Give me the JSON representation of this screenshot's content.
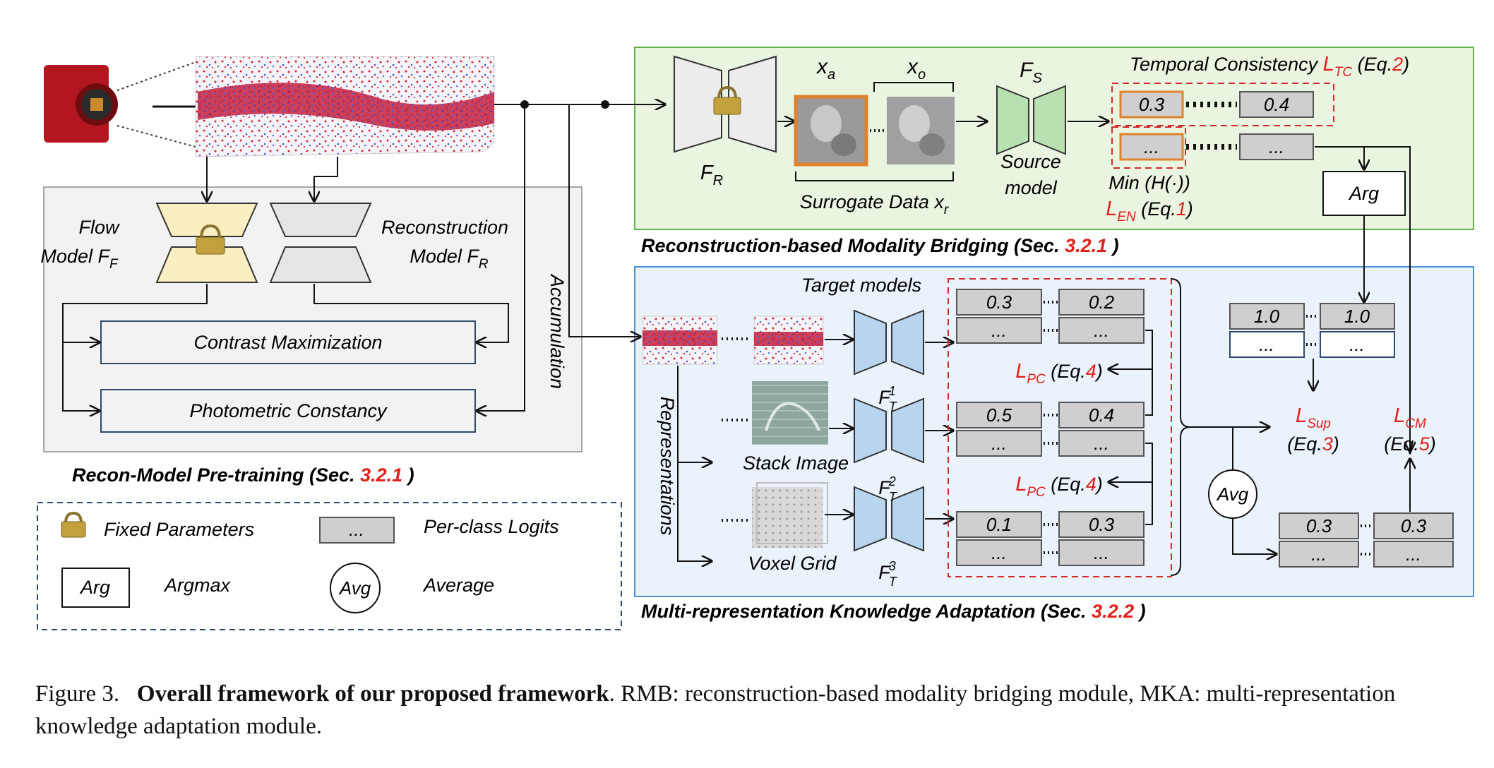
{
  "panels": {
    "recon": {
      "title": "Recon-Model Pre-training (Sec. ",
      "ref": "3.2.1",
      "close": " )"
    },
    "rmb": {
      "title": "Reconstruction-based Modality Bridging (Sec. ",
      "ref": "3.2.1",
      "close": " )"
    },
    "mka": {
      "title": "Multi-representation Knowledge Adaptation (Sec. ",
      "ref": "3.2.2",
      "close": " )"
    }
  },
  "recon": {
    "flow_l1": "Flow",
    "flow_l2": "Model F",
    "flow_sub": "F",
    "recon_l1": "Reconstruction",
    "recon_l2": "Model F",
    "recon_sub": "R",
    "contrast": "Contrast Maximization",
    "photometric": "Photometric Constancy",
    "accumulation": "Accumulation"
  },
  "rmb": {
    "fr": "F",
    "fr_sub": "R",
    "xa": "x",
    "xa_sub": "a",
    "xo": "x",
    "xo_sub": "o",
    "surrogate": "Surrogate Data x",
    "surrogate_sub": "r",
    "fs": "F",
    "fs_sub": "S",
    "source_l1": "Source",
    "source_l2": "model",
    "tc_label": "Temporal Consistency ",
    "tc_loss": "L",
    "tc_loss_sub": "TC",
    "tc_eq_open": " (Eq.",
    "tc_eq_num": "2",
    "tc_eq_close": ")",
    "logit_a": "0.3",
    "logit_b": "0.4",
    "logit_c": "...",
    "logit_d": "...",
    "min_h": "Min (H(·))",
    "en_loss": "L",
    "en_loss_sub": "EN",
    "en_eq_open": " (Eq.",
    "en_eq_num": "1",
    "en_eq_close": ")",
    "arg": "Arg"
  },
  "mka": {
    "target_models": "Target models",
    "representations": "Representations",
    "stack_image": "Stack Image",
    "voxel_grid": "Voxel Grid",
    "ft": "F",
    "ft_sub": "T",
    "ft_sup": [
      "1",
      "2",
      "3"
    ],
    "logits_rows": [
      {
        "a": "0.3",
        "b": "0.2"
      },
      {
        "a": "0.5",
        "b": "0.4"
      },
      {
        "a": "0.1",
        "b": "0.3"
      }
    ],
    "dots": "...",
    "pc_loss": "L",
    "pc_loss_sub": "PC",
    "pc_eq_open": " (Eq.",
    "pc_eq_num": "4",
    "pc_eq_close": ")",
    "pseudo_a": "1.0",
    "pseudo_b": "1.0",
    "avg_a": "0.3",
    "avg_b": "0.3",
    "sup_loss": "L",
    "sup_loss_sub": "Sup",
    "sup_eq_open": "(Eq.",
    "sup_eq_num": "3",
    "sup_eq_close": ")",
    "cm_loss": "L",
    "cm_loss_sub": "CM",
    "cm_eq_open": "(Eq.",
    "cm_eq_num": "5",
    "cm_eq_close": ")",
    "avg": "Avg"
  },
  "legend": {
    "fixed": "Fixed Parameters",
    "logits_box": "...",
    "logits": "Per-class Logits",
    "arg_box": "Arg",
    "argmax": "Argmax",
    "avg_circle": "Avg",
    "average": "Average"
  },
  "caption": {
    "prefix": "Figure 3.",
    "bold": "Overall framework of our proposed framework",
    "rest": ". RMB: reconstruction-based modality bridging module, MKA: multi-representation knowledge adaptation module."
  },
  "colors": {
    "accent_red": "#e0201b",
    "recon_panel": "#f2f2f2",
    "rmb_panel": "#e9f4e1",
    "mka_panel": "#eaf2fb",
    "flow_model": "#fbefc2",
    "target_model": "#b8d4ef",
    "source_model": "#b9e0b0",
    "legend_border": "#2e4a6b"
  },
  "icons": [
    "lock-icon",
    "event-camera-icon"
  ]
}
